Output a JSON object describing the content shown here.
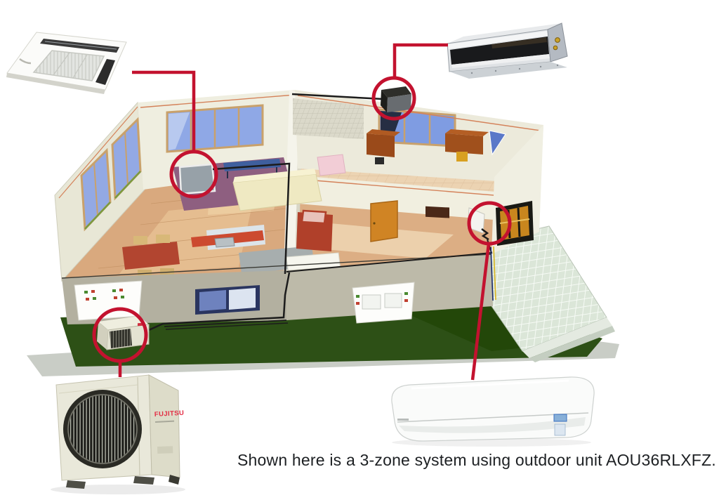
{
  "caption": "Shown here is a 3-zone system using outdoor unit AOU36RLXFZ.",
  "brand": {
    "logo_text": "FUJITSU",
    "logo_color": "#e32b42"
  },
  "colors": {
    "accent_red": "#c3122f",
    "pipe_black": "#1c1c1c",
    "lawn_green": "#2d5016",
    "walkway_gray": "#c9cdc6",
    "wall_cream": "#ebe9da",
    "front_wall_gray": "#b3b0a0",
    "floor_wood": "#d9a97e",
    "window_blue": "#8fa8e6",
    "background": "#ffffff"
  },
  "units": {
    "ceiling_cassette": {
      "name": "ceiling-cassette-indoor-unit"
    },
    "slim_duct": {
      "name": "slim-duct-indoor-unit"
    },
    "wall_mounted": {
      "name": "wall-mounted-indoor-unit"
    },
    "outdoor": {
      "name": "outdoor-unit"
    }
  }
}
